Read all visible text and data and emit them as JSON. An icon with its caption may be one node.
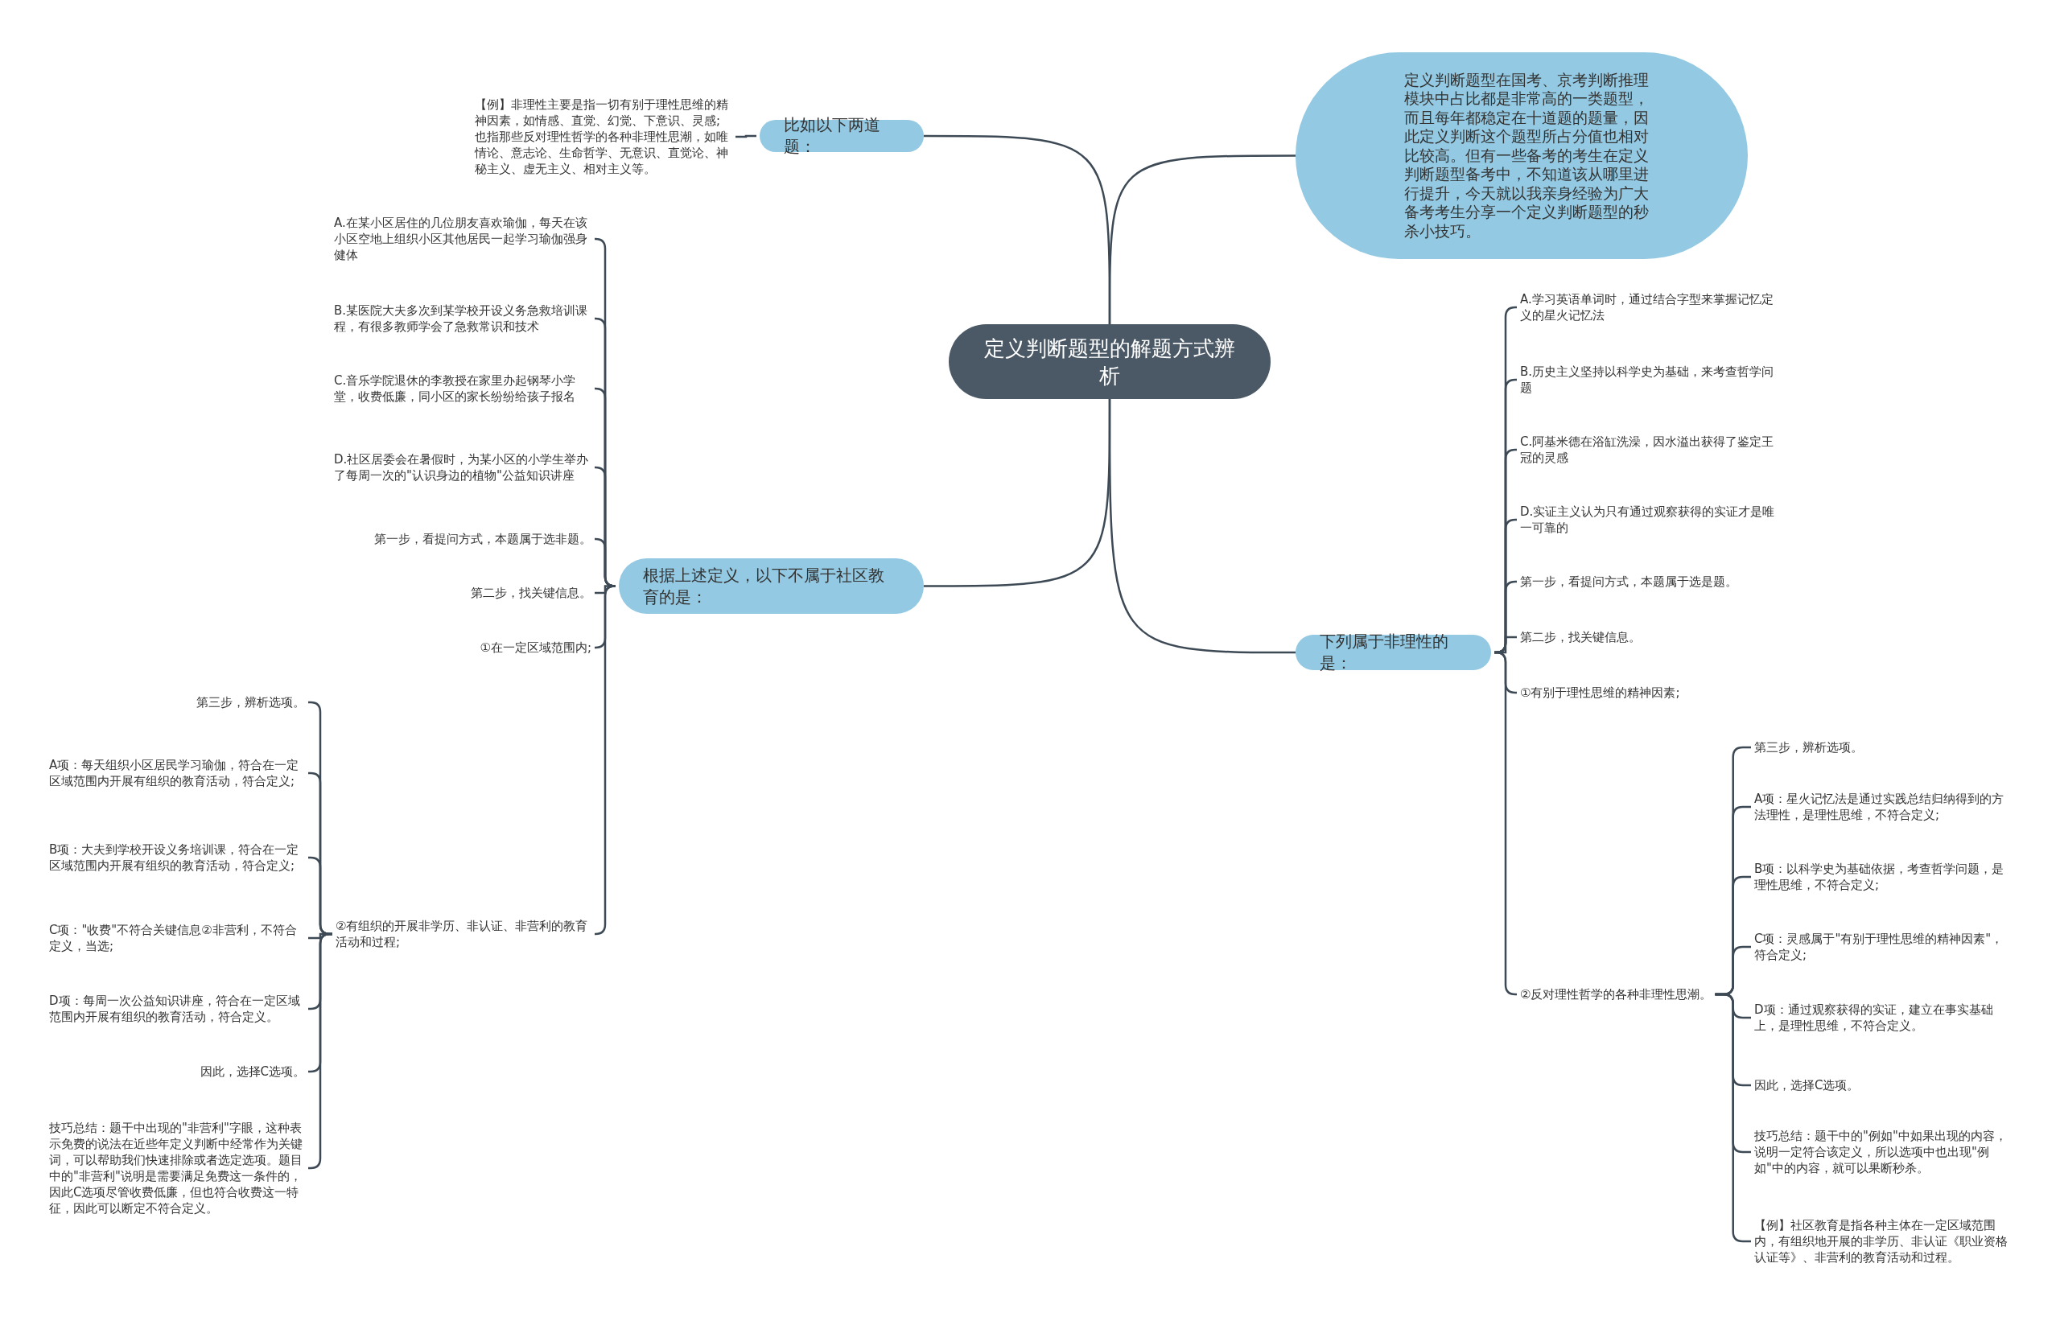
{
  "diagram": {
    "nodes": [
      {
        "text": [
          "定义判断题型的解题方式辨析"
        ]
      },
      {
        "text": [
          "定义判断题型在国考、京考判断推理模块中占比都是非常高的一类题型，而且每年都稳定在十道题的题量，因此定义判断这个题型所占分值也相对比较高。但有一些备考的考生在定义判断题型备考中，不知道该从哪里进行提升，今天就以我亲身经验为广大备考考生分享一个定义判断题型的秒杀小技巧。"
        ]
      },
      {
        "text": [
          "比如以下两道题："
        ]
      },
      {
        "text": [
          "【例】非理性主要是指一切有别于理性思维的精神因素，如情感、直觉、幻觉、下意识、灵感;也指那些反对理性哲学的各种非理性思潮，如唯情论、意志论、生命哲学、无意识、直觉论、神秘主义、虚无主义、相对主义等。"
        ]
      },
      {
        "text": [
          "根据上述定义，以下不属于社区教育的是："
        ]
      },
      {
        "text": [
          "A.在某小区居住的几位朋友喜欢瑜伽，每天在该小区空地上组织小区其他居民一起学习瑜伽强身健体"
        ]
      },
      {
        "text": [
          "B.某医院大夫多次到某学校开设义务急救培训课程，有很多教师学会了急救常识和技术"
        ]
      },
      {
        "text": [
          "C.音乐学院退休的李教授在家里办起钢琴小学堂，收费低廉，同小区的家长纷纷给孩子报名"
        ]
      },
      {
        "text": [
          "D.社区居委会在暑假时，为某小区的小学生举办了每周一次的\"认识身边的植物\"公益知识讲座"
        ]
      },
      {
        "text": [
          "第一步，看提问方式，本题属于选非题。"
        ]
      },
      {
        "text": [
          "第二步，找关键信息。"
        ]
      },
      {
        "text": [
          "①在一定区域范围内;"
        ]
      },
      {
        "text": [
          "②有组织的开展非学历、非认证、非营利的教育活动和过程;"
        ]
      },
      {
        "text": [
          "第三步，辨析选项。"
        ]
      },
      {
        "text": [
          "A项：每天组织小区居民学习瑜伽，符合在一定区域范围内开展有组织的教育活动，符合定义;"
        ]
      },
      {
        "text": [
          "B项：大夫到学校开设义务培训课，符合在一定区域范围内开展有组织的教育活动，符合定义;"
        ]
      },
      {
        "text": [
          "C项：\"收费\"不符合关键信息②非营利，不符合定义，当选;"
        ]
      },
      {
        "text": [
          "D项：每周一次公益知识讲座，符合在一定区域范围内开展有组织的教育活动，符合定义。"
        ]
      },
      {
        "text": [
          "因此，选择C选项。"
        ]
      },
      {
        "text": [
          "技巧总结：题干中出现的\"非营利\"字眼，这种表示免费的说法在近些年定义判断中经常作为关键词，可以帮助我们快速排除或者选定选项。题目中的\"非营利\"说明是需要满足免费这一条件的，因此C选项尽管收费低廉，但也符合收费这一特征，因此可以断定不符合定义。"
        ]
      },
      {
        "text": [
          "下列属于非理性的是："
        ]
      },
      {
        "text": [
          "A.学习英语单词时，通过结合字型来掌握记忆定义的星火记忆法"
        ]
      },
      {
        "text": [
          "B.历史主义坚持以科学史为基础，来考查哲学问题"
        ]
      },
      {
        "text": [
          "C.阿基米德在浴缸洗澡，因水溢出获得了鉴定王冠的灵感"
        ]
      },
      {
        "text": [
          "D.实证主义认为只有通过观察获得的实证才是唯一可靠的"
        ]
      },
      {
        "text": [
          "第一步，看提问方式，本题属于选是题。"
        ]
      },
      {
        "text": [
          "第二步，找关键信息。"
        ]
      },
      {
        "text": [
          "①有别于理性思维的精神因素;"
        ]
      },
      {
        "text": [
          "②反对理性哲学的各种非理性思潮。"
        ]
      },
      {
        "text": [
          "第三步，辨析选项。"
        ]
      },
      {
        "text": [
          "A项：星火记忆法是通过实践总结归纳得到的方法理性，是理性思维，不符合定义;"
        ]
      },
      {
        "text": [
          "B项：以科学史为基础依据，考查哲学问题，是理性思维，不符合定义;"
        ]
      },
      {
        "text": [
          "C项：灵感属于\"有别于理性思维的精神因素\"，符合定义;"
        ]
      },
      {
        "text": [
          "D项：通过观察获得的实证，建立在事实基础上，是理性思维，不符合定义。"
        ]
      },
      {
        "text": [
          "因此，选择C选项。"
        ]
      },
      {
        "text": [
          "技巧总结：题干中的\"例如\"中如果出现的内容，说明一定符合该定义，所以选项中也出现\"例如\"中的内容，就可以果断秒杀。"
        ]
      },
      {
        "text": [
          "【例】社区教育是指各种主体在一定区域范围内，有组织地开展的非学历、非认证《职业资格认证等》、非营利的教育活动和过程。"
        ]
      }
    ],
    "edges": [
      {
        "from": 0,
        "to": 1,
        "arrow": "none"
      },
      {
        "from": 0,
        "to": 2,
        "arrow": "none"
      },
      {
        "from": 2,
        "to": 3,
        "arrow": "none"
      },
      {
        "from": 0,
        "to": 4,
        "arrow": "none"
      },
      {
        "from": 4,
        "to": 5,
        "arrow": "none"
      },
      {
        "from": 4,
        "to": 6,
        "arrow": "none"
      },
      {
        "from": 4,
        "to": 7,
        "arrow": "none"
      },
      {
        "from": 4,
        "to": 8,
        "arrow": "none"
      },
      {
        "from": 4,
        "to": 9,
        "arrow": "none"
      },
      {
        "from": 4,
        "to": 10,
        "arrow": "none"
      },
      {
        "from": 4,
        "to": 11,
        "arrow": "none"
      },
      {
        "from": 4,
        "to": 12,
        "arrow": "none"
      },
      {
        "from": 12,
        "to": 13,
        "arrow": "none"
      },
      {
        "from": 12,
        "to": 14,
        "arrow": "none"
      },
      {
        "from": 12,
        "to": 15,
        "arrow": "none"
      },
      {
        "from": 12,
        "to": 16,
        "arrow": "none"
      },
      {
        "from": 12,
        "to": 17,
        "arrow": "none"
      },
      {
        "from": 12,
        "to": 18,
        "arrow": "none"
      },
      {
        "from": 12,
        "to": 19,
        "arrow": "none"
      },
      {
        "from": 0,
        "to": 20,
        "arrow": "none"
      },
      {
        "from": 20,
        "to": 21,
        "arrow": "none"
      },
      {
        "from": 20,
        "to": 22,
        "arrow": "none"
      },
      {
        "from": 20,
        "to": 23,
        "arrow": "none"
      },
      {
        "from": 20,
        "to": 24,
        "arrow": "none"
      },
      {
        "from": 20,
        "to": 25,
        "arrow": "none"
      },
      {
        "from": 20,
        "to": 26,
        "arrow": "none"
      },
      {
        "from": 20,
        "to": 27,
        "arrow": "none"
      },
      {
        "from": 20,
        "to": 28,
        "arrow": "none"
      },
      {
        "from": 28,
        "to": 29,
        "arrow": "none"
      },
      {
        "from": 28,
        "to": 30,
        "arrow": "none"
      },
      {
        "from": 28,
        "to": 31,
        "arrow": "none"
      },
      {
        "from": 28,
        "to": 32,
        "arrow": "none"
      },
      {
        "from": 28,
        "to": 33,
        "arrow": "none"
      },
      {
        "from": 28,
        "to": 34,
        "arrow": "none"
      },
      {
        "from": 28,
        "to": 35,
        "arrow": "none"
      },
      {
        "from": 28,
        "to": 36,
        "arrow": "none"
      }
    ]
  }
}
